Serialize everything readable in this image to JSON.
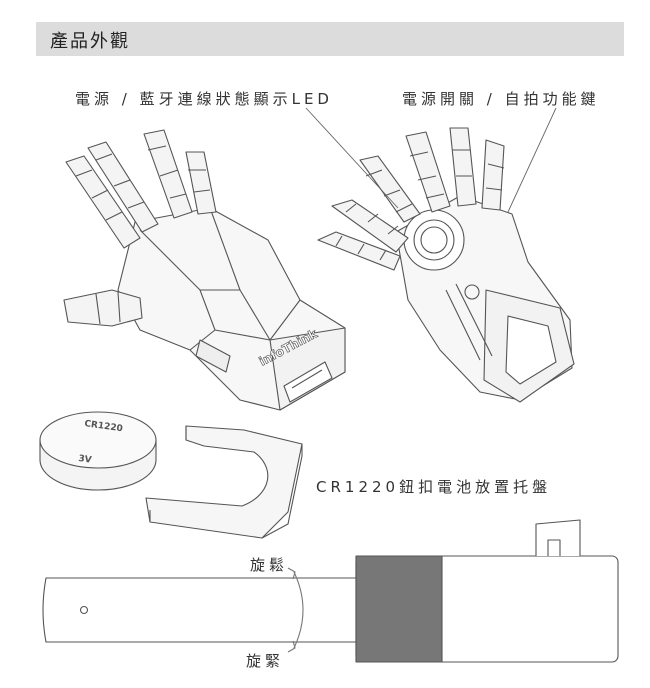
{
  "header": {
    "title": "產品外觀"
  },
  "labels": {
    "led": "電源 / 藍牙連線狀態顯示LED",
    "power": "電源開關 / 自拍功能鍵",
    "tray": "CR1220鈕扣電池放置托盤",
    "loosen": "旋鬆",
    "tighten": "旋緊"
  },
  "product": {
    "battery_model": "CR1220",
    "battery_voltage": "3V",
    "brand": "infoThink"
  }
}
